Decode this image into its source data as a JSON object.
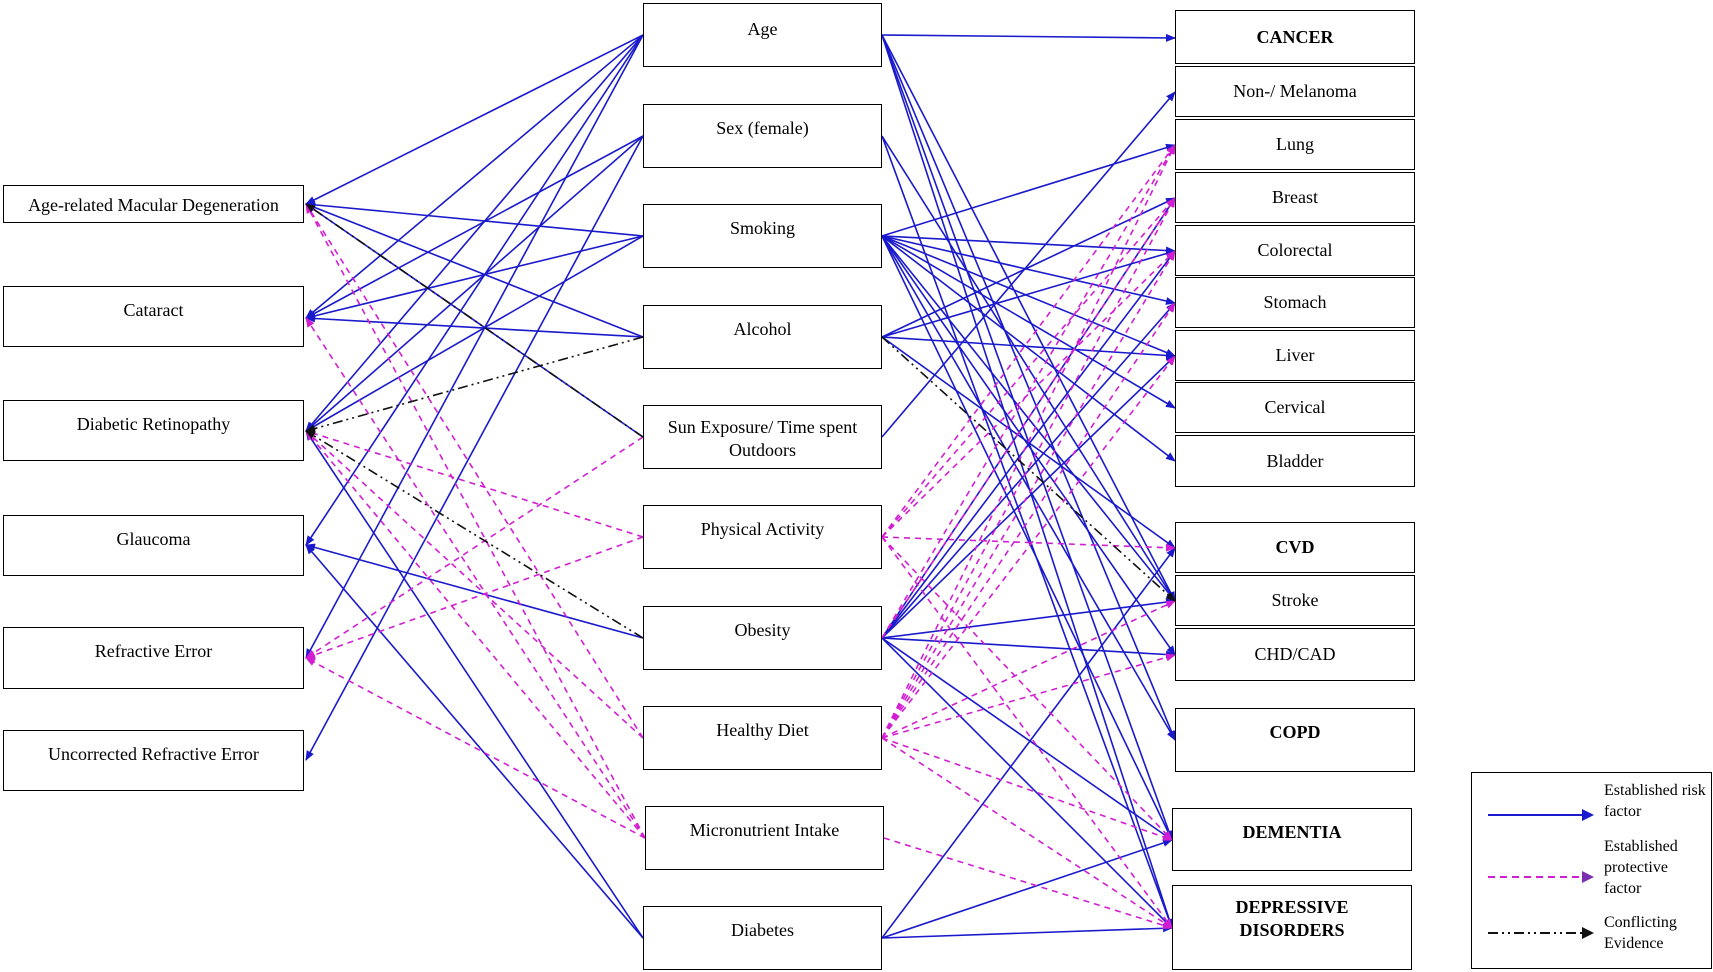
{
  "eye_conditions": {
    "amd": "Age-related Macular Degeneration",
    "cataract": "Cataract",
    "dr": "Diabetic Retinopathy",
    "glaucoma": "Glaucoma",
    "re": "Refractive Error",
    "ure": "Uncorrected Refractive Error"
  },
  "risk_factors": {
    "age": "Age",
    "sex": "Sex (female)",
    "smoking": "Smoking",
    "alcohol": "Alcohol",
    "sun": "Sun Exposure/ Time spent Outdoors",
    "pa": "Physical Activity",
    "obesity": "Obesity",
    "diet": "Healthy Diet",
    "micro": "Micronutrient Intake",
    "diabetes": "Diabetes"
  },
  "outcomes": {
    "cancer": "CANCER",
    "melanoma": "Non-/ Melanoma",
    "lung": "Lung",
    "breast": "Breast",
    "colorectal": "Colorectal",
    "stomach": "Stomach",
    "liver": "Liver",
    "cervical": "Cervical",
    "bladder": "Bladder",
    "cvd": "CVD",
    "stroke": "Stroke",
    "chd": "CHD/CAD",
    "copd": "COPD",
    "dementia": "DEMENTIA",
    "depressive": "DEPRESSIVE DISORDERS"
  },
  "legend": {
    "risk": "Established risk factor",
    "protective": "Established protective factor",
    "conflicting": "Conflicting Evidence"
  },
  "colors": {
    "risk": "#1a1acc",
    "protective": "#d21ed2",
    "conflicting": "#111111"
  },
  "edges": {
    "risk": [
      [
        "age",
        "amd"
      ],
      [
        "age",
        "cataract"
      ],
      [
        "age",
        "dr"
      ],
      [
        "age",
        "glaucoma"
      ],
      [
        "age",
        "re"
      ],
      [
        "sex",
        "cataract"
      ],
      [
        "sex",
        "dr"
      ],
      [
        "sex",
        "ure"
      ],
      [
        "smoking",
        "amd"
      ],
      [
        "smoking",
        "cataract"
      ],
      [
        "smoking",
        "dr"
      ],
      [
        "alcohol",
        "amd"
      ],
      [
        "alcohol",
        "cataract"
      ],
      [
        "sun",
        "amd"
      ],
      [
        "obesity",
        "glaucoma"
      ],
      [
        "diabetes",
        "dr"
      ],
      [
        "diabetes",
        "glaucoma"
      ],
      [
        "age",
        "cancer"
      ],
      [
        "age",
        "stroke"
      ],
      [
        "age",
        "copd"
      ],
      [
        "age",
        "dementia"
      ],
      [
        "age",
        "depressive"
      ],
      [
        "sex",
        "stroke"
      ],
      [
        "sex",
        "depressive"
      ],
      [
        "smoking",
        "lung"
      ],
      [
        "smoking",
        "colorectal"
      ],
      [
        "smoking",
        "stomach"
      ],
      [
        "smoking",
        "liver"
      ],
      [
        "smoking",
        "cervical"
      ],
      [
        "smoking",
        "bladder"
      ],
      [
        "smoking",
        "stroke"
      ],
      [
        "smoking",
        "chd"
      ],
      [
        "smoking",
        "copd"
      ],
      [
        "smoking",
        "dementia"
      ],
      [
        "alcohol",
        "colorectal"
      ],
      [
        "alcohol",
        "liver"
      ],
      [
        "alcohol",
        "breast"
      ],
      [
        "alcohol",
        "cvd"
      ],
      [
        "sun",
        "melanoma"
      ],
      [
        "obesity",
        "breast"
      ],
      [
        "obesity",
        "colorectal"
      ],
      [
        "obesity",
        "liver"
      ],
      [
        "obesity",
        "stomach"
      ],
      [
        "obesity",
        "stroke"
      ],
      [
        "obesity",
        "chd"
      ],
      [
        "obesity",
        "dementia"
      ],
      [
        "obesity",
        "depressive"
      ],
      [
        "diabetes",
        "cvd"
      ],
      [
        "diabetes",
        "dementia"
      ],
      [
        "diabetes",
        "depressive"
      ]
    ],
    "protective": [
      [
        "pa",
        "dr"
      ],
      [
        "pa",
        "re"
      ],
      [
        "sun",
        "re"
      ],
      [
        "diet",
        "amd"
      ],
      [
        "micro",
        "amd"
      ],
      [
        "micro",
        "cataract"
      ],
      [
        "micro",
        "dr"
      ],
      [
        "micro",
        "re"
      ],
      [
        "diet",
        "dr"
      ],
      [
        "pa",
        "lung"
      ],
      [
        "pa",
        "breast"
      ],
      [
        "pa",
        "colorectal"
      ],
      [
        "pa",
        "cvd"
      ],
      [
        "pa",
        "dementia"
      ],
      [
        "pa",
        "depressive"
      ],
      [
        "diet",
        "lung"
      ],
      [
        "diet",
        "breast"
      ],
      [
        "diet",
        "colorectal"
      ],
      [
        "diet",
        "stomach"
      ],
      [
        "diet",
        "liver"
      ],
      [
        "diet",
        "stroke"
      ],
      [
        "diet",
        "chd"
      ],
      [
        "diet",
        "dementia"
      ],
      [
        "diet",
        "depressive"
      ],
      [
        "micro",
        "depressive"
      ],
      [
        "obesity",
        "lung"
      ],
      [
        "obesity",
        "breast"
      ]
    ],
    "conflicting": [
      [
        "alcohol",
        "dr"
      ],
      [
        "sun",
        "amd"
      ],
      [
        "obesity",
        "dr"
      ],
      [
        "alcohol",
        "stroke"
      ]
    ]
  }
}
